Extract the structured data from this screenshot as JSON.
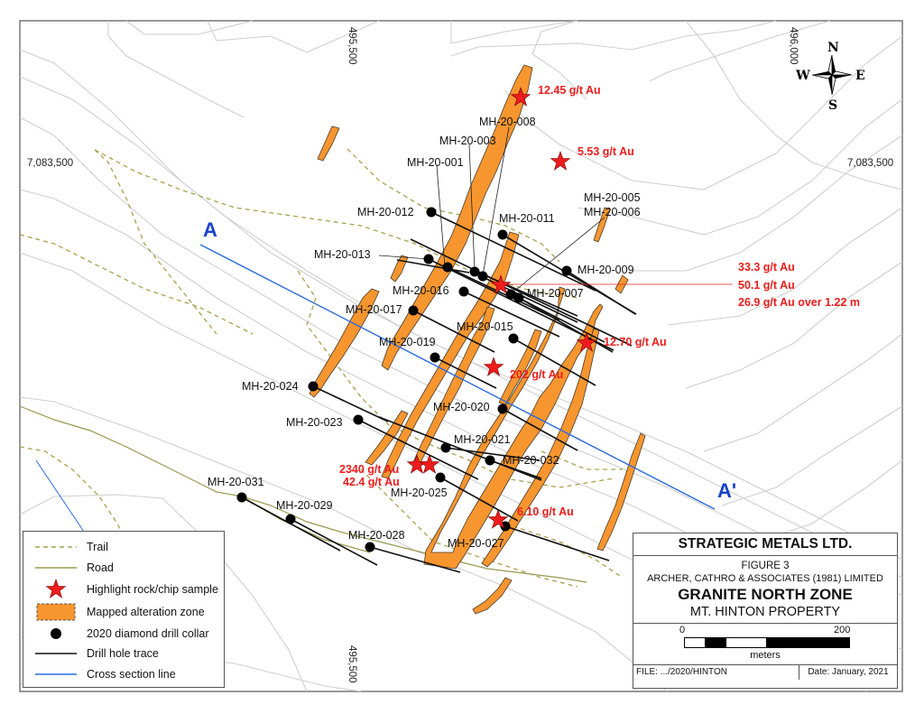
{
  "map": {
    "north_arrow": {
      "n": "N",
      "s": "S",
      "e": "E",
      "w": "W"
    },
    "coordinates": {
      "easting_top_left": "495,500",
      "easting_top_right": "496,000",
      "easting_bottom": "495,500",
      "northing_left": "7,083,500",
      "northing_right": "7,083,500"
    },
    "cross_section": {
      "start_label": "A",
      "end_label": "A'"
    },
    "drill_holes": [
      {
        "id": "MH-20-001"
      },
      {
        "id": "MH-20-003"
      },
      {
        "id": "MH-20-005"
      },
      {
        "id": "MH-20-006"
      },
      {
        "id": "MH-20-007"
      },
      {
        "id": "MH-20-008"
      },
      {
        "id": "MH-20-009"
      },
      {
        "id": "MH-20-011"
      },
      {
        "id": "MH-20-012"
      },
      {
        "id": "MH-20-013"
      },
      {
        "id": "MH-20-015"
      },
      {
        "id": "MH-20-016"
      },
      {
        "id": "MH-20-017"
      },
      {
        "id": "MH-20-019"
      },
      {
        "id": "MH-20-020"
      },
      {
        "id": "MH-20-021"
      },
      {
        "id": "MH-20-023"
      },
      {
        "id": "MH-20-024"
      },
      {
        "id": "MH-20-025"
      },
      {
        "id": "MH-20-027"
      },
      {
        "id": "MH-20-028"
      },
      {
        "id": "MH-20-029"
      },
      {
        "id": "MH-20-031"
      },
      {
        "id": "MH-20-032"
      }
    ],
    "samples": [
      {
        "label": "12.45 g/t Au"
      },
      {
        "label": "5.53 g/t Au"
      },
      {
        "label": "33.3 g/t Au"
      },
      {
        "label": "50.1 g/t Au"
      },
      {
        "label": "26.9 g/t Au over 1.22 m"
      },
      {
        "label": "12.70 g/t Au"
      },
      {
        "label": "202 g/t Au"
      },
      {
        "label": "2340 g/t Au"
      },
      {
        "label": "42.4 g/t Au"
      },
      {
        "label": "6.10 g/t Au"
      }
    ],
    "colors": {
      "alteration_fill": "#f7962f",
      "sample_star": "#ee1c1c",
      "cross_section": "#2a6be0",
      "trail": "#a8a050",
      "road": "#9a9850",
      "contour": "#cccccc"
    }
  },
  "legend": {
    "items": [
      {
        "label": "Trail"
      },
      {
        "label": "Road"
      },
      {
        "label": "Highlight rock/chip sample"
      },
      {
        "label": "Mapped alteration zone"
      },
      {
        "label": "2020 diamond drill collar"
      },
      {
        "label": "Drill hole trace"
      },
      {
        "label": "Cross section line"
      }
    ]
  },
  "title_block": {
    "company": "STRATEGIC METALS LTD.",
    "figure": "FIGURE 3",
    "firm": "ARCHER, CATHRO & ASSOCIATES (1981) LIMITED",
    "zone": "GRANITE NORTH ZONE",
    "property": "MT. HINTON PROPERTY",
    "scale_start": "0",
    "scale_end": "200",
    "scale_unit": "meters",
    "file": "FILE: .../2020/HINTON",
    "date": "Date: January, 2021"
  }
}
